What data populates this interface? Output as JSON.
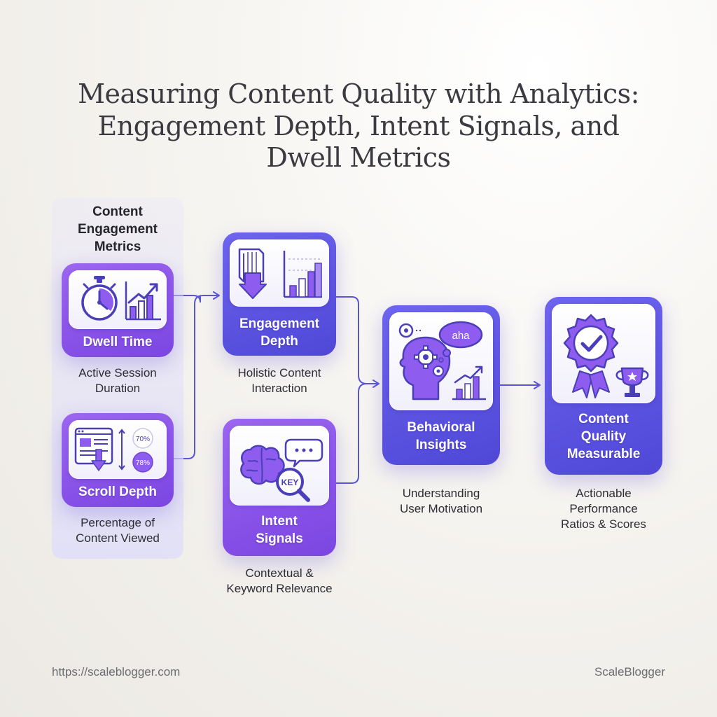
{
  "title_lines": [
    "Measuring Content Quality with Analytics:",
    "Engagement Depth, Intent Signals, and",
    "Dwell Metrics"
  ],
  "group": {
    "title_lines": [
      "Content",
      "Engagement",
      "Metrics"
    ]
  },
  "nodes": {
    "dwell_time": {
      "label_lines": [
        "Dwell Time"
      ],
      "caption_lines": [
        "Active Session",
        "Duration"
      ],
      "icons": [
        "stopwatch-icon",
        "rising-bar-chart-icon"
      ]
    },
    "scroll_depth": {
      "label_lines": [
        "Scroll Depth"
      ],
      "caption_lines": [
        "Percentage of",
        "Content Viewed"
      ],
      "badges": [
        "70%",
        "78%"
      ],
      "icons": [
        "webpage-icon",
        "down-arrow-icon",
        "vertical-arrows-icon"
      ]
    },
    "engagement_depth": {
      "label_lines": [
        "Engagement",
        "Depth"
      ],
      "caption_lines": [
        "Holistic Content",
        "Interaction"
      ],
      "icons": [
        "book-arrow-icon",
        "bar-chart-icon"
      ]
    },
    "intent_signals": {
      "label_lines": [
        "Intent",
        "Signals"
      ],
      "caption_lines": [
        "Contextual &",
        "Keyword Relevance"
      ],
      "magnifier_text": "KEY",
      "icons": [
        "brain-icon",
        "speech-bubble-icon",
        "magnifier-icon"
      ]
    },
    "behavioral_insights": {
      "label_lines": [
        "Behavioral",
        "Insights"
      ],
      "caption_lines": [
        "Understanding",
        "User Motivation"
      ],
      "thought_text": "aha",
      "icons": [
        "head-gears-icon",
        "thought-bubble-icon",
        "growth-chart-icon"
      ]
    },
    "content_quality": {
      "label_lines": [
        "Content",
        "Quality",
        "Measurable"
      ],
      "caption_lines": [
        "Actionable",
        "Performance",
        "Ratios & Scores"
      ],
      "icons": [
        "award-badge-icon",
        "trophy-icon"
      ]
    }
  },
  "edges": [
    {
      "from": "dwell_time",
      "to": "engagement_depth"
    },
    {
      "from": "scroll_depth",
      "to": "engagement_depth"
    },
    {
      "from": "engagement_depth",
      "to": "behavioral_insights"
    },
    {
      "from": "intent_signals",
      "to": "behavioral_insights"
    },
    {
      "from": "behavioral_insights",
      "to": "content_quality"
    }
  ],
  "colors": {
    "violet": "#8a55ea",
    "indigo": "#5a52e0",
    "connector": "#5b55d6",
    "icon_stroke": "#4a3fb8",
    "icon_fill": "#8f5cf0"
  },
  "footer": {
    "url": "https://scaleblogger.com",
    "brand": "ScaleBlogger"
  }
}
